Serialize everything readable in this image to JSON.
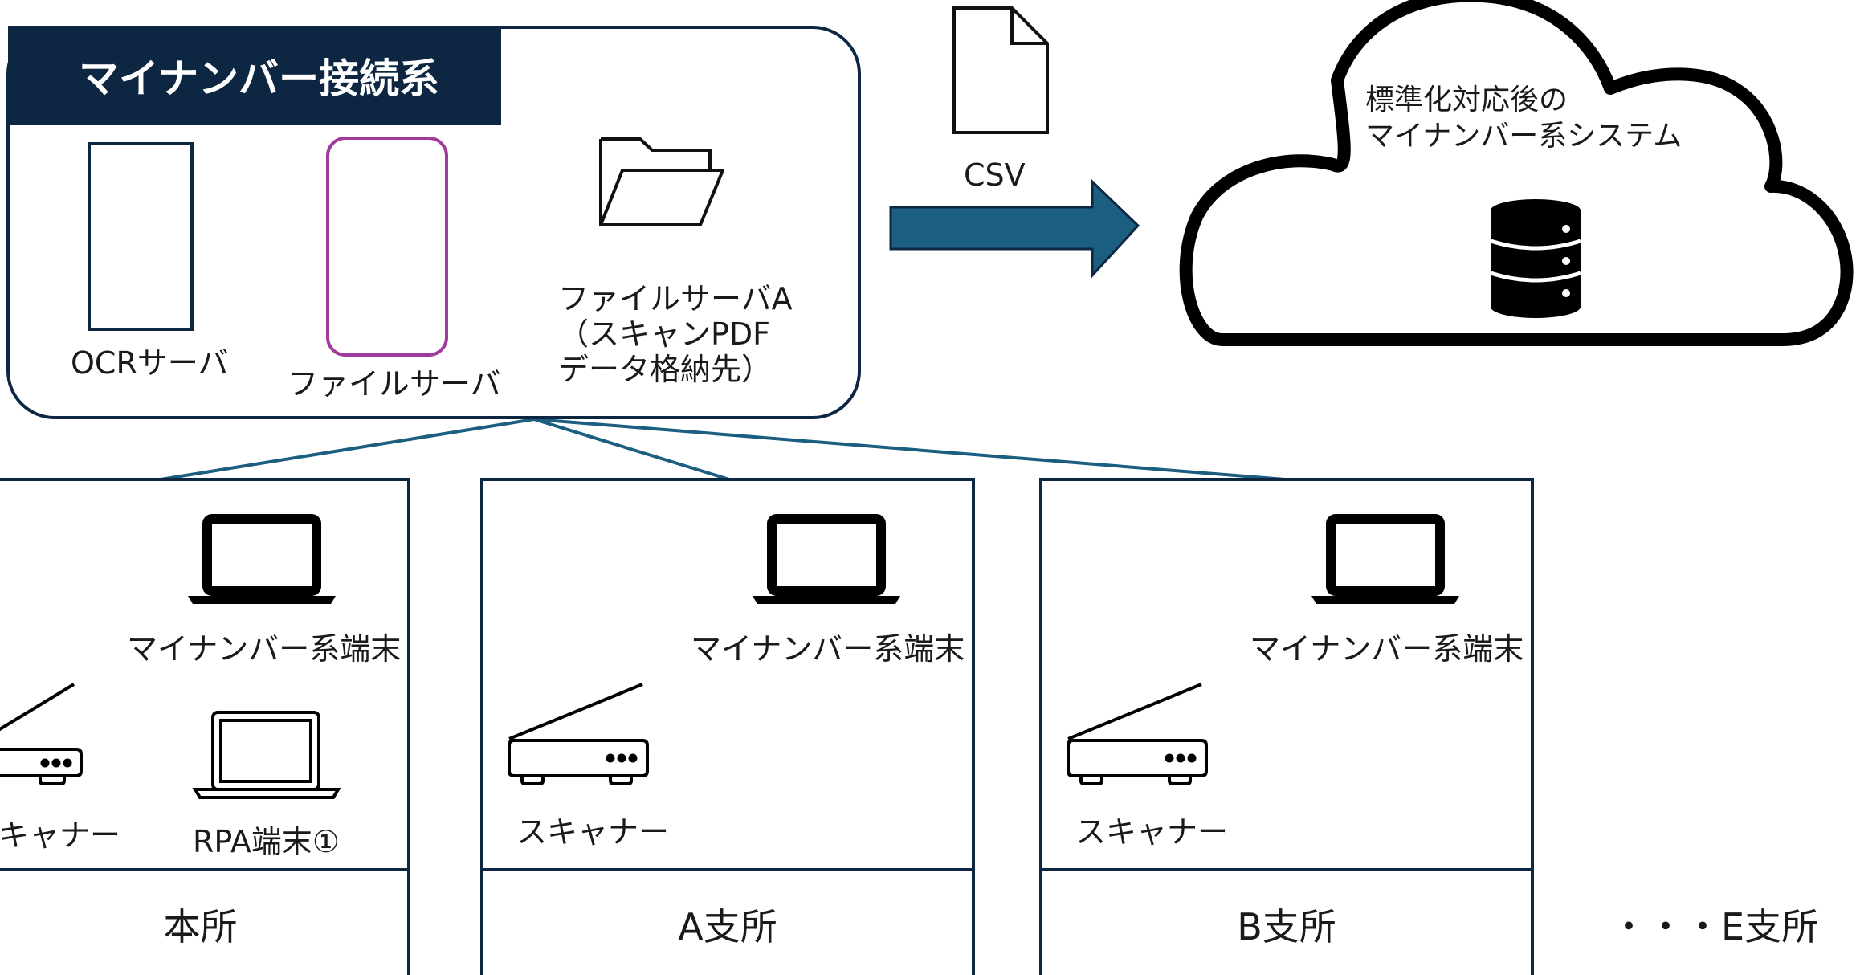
{
  "group": {
    "title": "マイナンバー接続系",
    "ocr_server": "OCRサーバ",
    "file_server": "ファイルサーバ",
    "file_server_a": "ファイルサーバA\n（スキャンPDF\nデータ格納先）"
  },
  "transfer": {
    "file_label": "CSV"
  },
  "cloud": {
    "label": "標準化対応後の\nマイナンバー系システム"
  },
  "offices": [
    {
      "name": "本所",
      "terminal": "マイナンバー系端末",
      "scanner": "スキャナー",
      "rpa": "RPA端末①"
    },
    {
      "name": "A支所",
      "terminal": "マイナンバー系端末",
      "scanner": "スキャナー"
    },
    {
      "name": "B支所",
      "terminal": "マイナンバー系端末",
      "scanner": "スキャナー"
    }
  ],
  "more_offices": "・・・E支所",
  "colors": {
    "navy": "#0d2742",
    "teal": "#1b5e80",
    "purple": "#a13a9b",
    "outline": "#0d2742"
  }
}
